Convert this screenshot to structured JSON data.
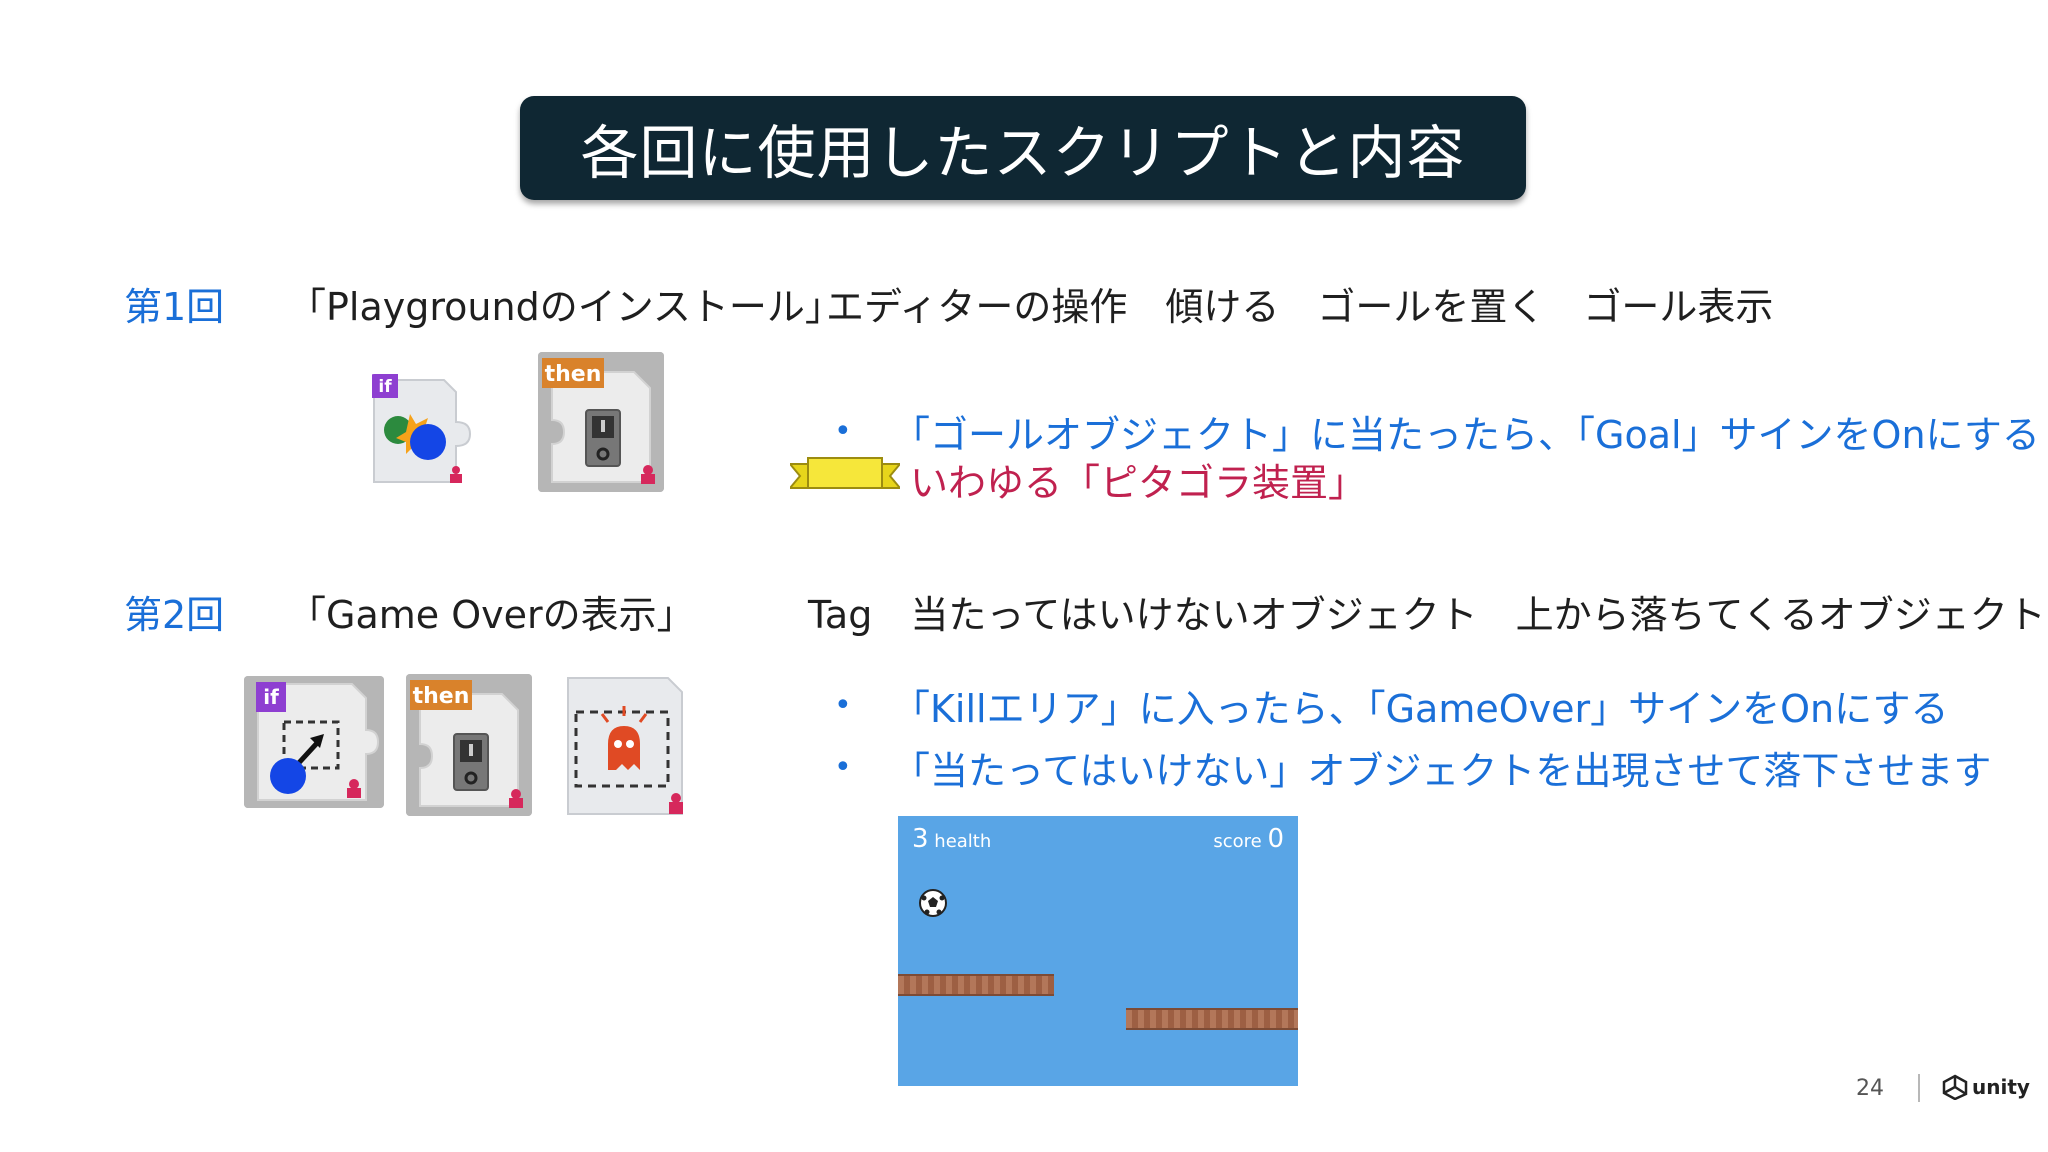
{
  "title": "各回に使用したスクリプトと内容",
  "session1": {
    "label": "第1回",
    "heading_project": "「Playgroundのインストール」",
    "heading_topics": "エディターの操作　傾ける　ゴールを置く　ゴール表示",
    "bullet": "「ゴールオブジェクト」に当たったら、「Goal」サインをOnにする",
    "note": "いわゆる「ピタゴラ装置」",
    "tiles": [
      {
        "badge": "if",
        "icon": "collision-condition-icon"
      },
      {
        "badge": "then",
        "icon": "switch-action-icon"
      }
    ]
  },
  "session2": {
    "label": "第2回",
    "heading_project": "「Game Overの表示」",
    "heading_topics": "Tag　当たってはいけないオブジェクト　上から落ちてくるオブジェクト",
    "bullets": [
      "「Killエリア」に入ったら、「GameOver」サインをOnにする",
      "「当たってはいけない」オブジェクトを出現させて落下させます"
    ],
    "tiles": [
      {
        "badge": "if",
        "icon": "area-enter-condition-icon"
      },
      {
        "badge": "then",
        "icon": "switch-action-icon"
      },
      {
        "badge": "",
        "icon": "spawn-enemy-icon"
      }
    ]
  },
  "game_preview": {
    "health_value": "3",
    "health_label": "health",
    "score_label": "score",
    "score_value": "0",
    "background_color": "#59a5e6"
  },
  "footer": {
    "page_number": "24",
    "brand": "unity"
  },
  "colors": {
    "title_bg": "#0f2733",
    "accent_blue": "#1a6fd8",
    "note_red": "#c0214f"
  }
}
